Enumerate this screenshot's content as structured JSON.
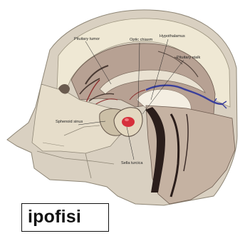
{
  "labels": {
    "pituitary_tumor": "Pituitary tumor",
    "optic_chiasm": "Optic chiasm",
    "hypothalamus": "Hypothalamus",
    "pituitary_stalk": "Pituitary stalk",
    "sphenoid_sinus": "Sphenoid sinus",
    "sella_turcica": "Sella turcica"
  },
  "caption": "ipofisi",
  "colors": {
    "skin": "#ddd4c5",
    "bone": "#f0ead8",
    "brain": "#b9a597",
    "cerebellum": "#c9b7a7",
    "tumor": "#d6323c",
    "vessel": "#3b3f9a",
    "dark_tract": "#2a1c1a"
  }
}
